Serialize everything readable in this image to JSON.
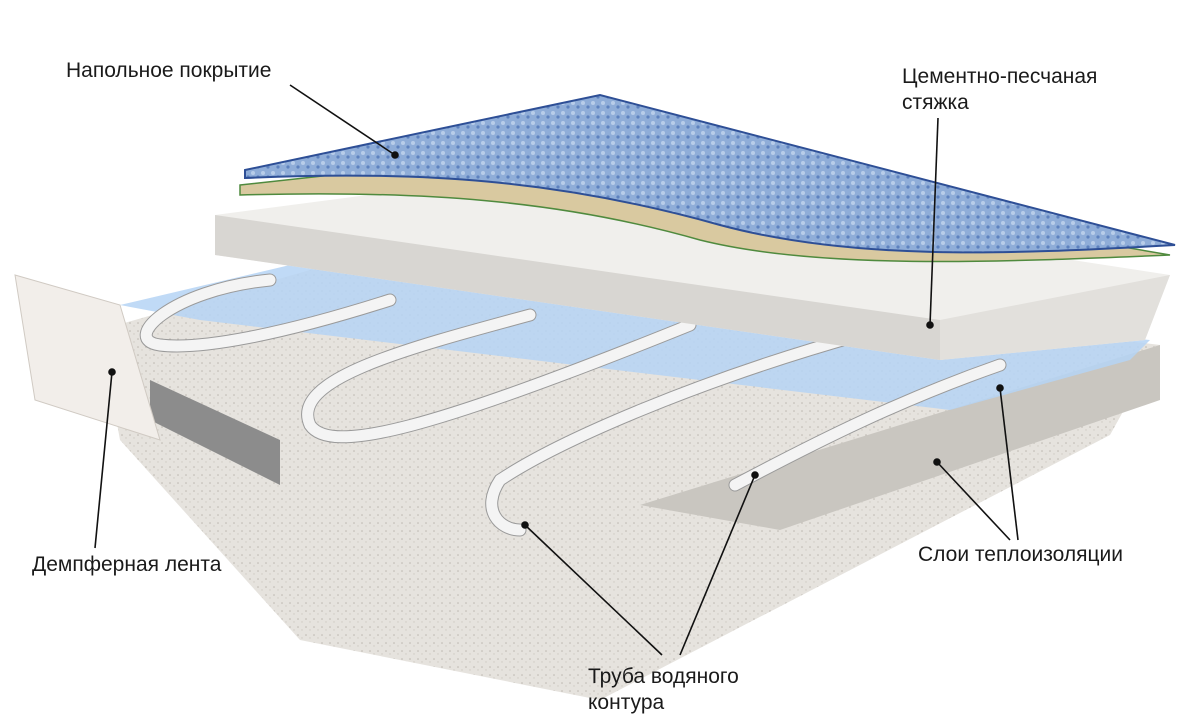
{
  "labels": {
    "floor_covering": "Напольное покрытие",
    "screed_line1": "Цементно-песчаная",
    "screed_line2": "стяжка",
    "damper_tape": "Демпферная лента",
    "insulation": "Слои теплоизоляции",
    "pipe_line1": "Труба водяного",
    "pipe_line2": "контура"
  },
  "colors": {
    "covering": "#7f9fcf",
    "felt": "#d9c9a0",
    "screed": "#ecebe8",
    "foil": "#b5d3f5",
    "insulation": "#e4e1dc",
    "pipe": "#f4f4f4"
  }
}
